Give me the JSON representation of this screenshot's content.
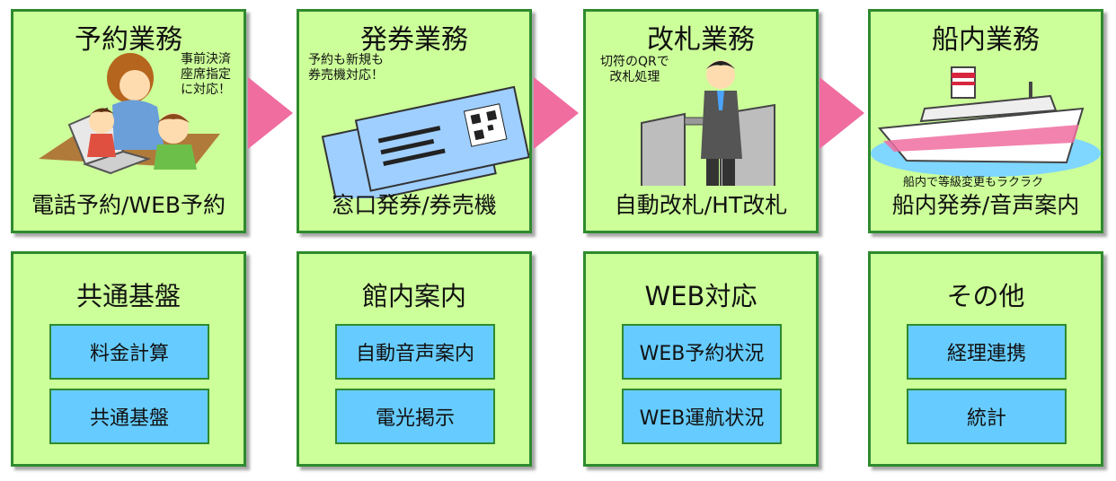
{
  "workflow": [
    {
      "title": "予約業務",
      "note_lines": [
        "事前決済",
        "座席指定",
        "に対応！"
      ],
      "footer": "電話予約/WEB予約",
      "illustration_icon": "family-computer-icon"
    },
    {
      "title": "発券業務",
      "note_lines": [
        "予約も新規も",
        "券売機対応！"
      ],
      "footer": "窓口発券/券売機",
      "illustration_icon": "tickets-icon"
    },
    {
      "title": "改札業務",
      "note_lines": [
        "切符のQRで",
        "改札処理"
      ],
      "footer": "自動改札/HT改札",
      "illustration_icon": "ticket-gate-icon"
    },
    {
      "title": "船内業務",
      "note_lines": [
        "船内で等級変更もラクラク"
      ],
      "footer": "船内発券/音声案内",
      "illustration_icon": "ferry-icon"
    }
  ],
  "modules": [
    {
      "title": "共通基盤",
      "items": [
        "料金計算",
        "共通基盤"
      ]
    },
    {
      "title": "館内案内",
      "items": [
        "自動音声案内",
        "電光掲示"
      ]
    },
    {
      "title": "WEB対応",
      "items": [
        "WEB予約状況",
        "WEB運航状況"
      ]
    },
    {
      "title": "その他",
      "items": [
        "経理連携",
        "統計"
      ]
    }
  ],
  "colors": {
    "card_fill": "#ccff99",
    "card_border": "#2e8b2e",
    "button_fill": "#66ccff",
    "arrow": "#f06da0"
  }
}
